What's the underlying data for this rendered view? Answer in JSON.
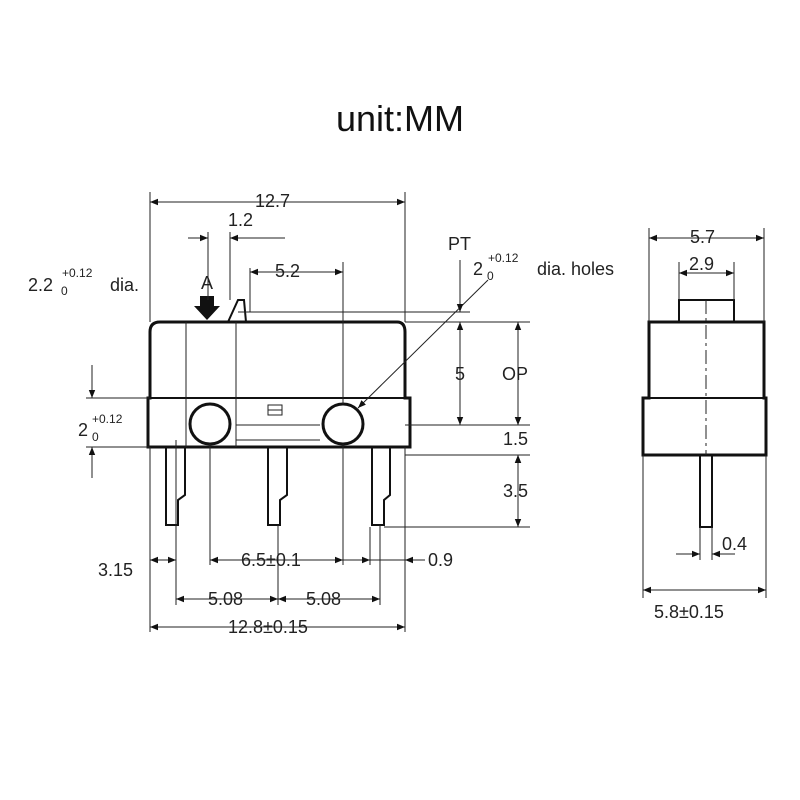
{
  "title": "unit:MM",
  "colors": {
    "line": "#111111",
    "text": "#222222",
    "background": "#ffffff"
  },
  "icons": {
    "actuator_arrow": "down-arrow-icon"
  },
  "labels": {
    "len_12_7": "12.7",
    "len_1_2": "1.2",
    "len_5_2": "5.2",
    "pt": "PT",
    "holes_main": "2",
    "holes_sup": "+0.12",
    "holes_sub": "0",
    "holes_text": "dia. holes",
    "left_dia_main": "2.2",
    "left_dia_sup": "+0.12",
    "left_dia_sub": "0",
    "left_dia_text": "dia.",
    "actuator": "A",
    "v_5": "5",
    "op": "OP",
    "v_1_5": "1.5",
    "v_3_5": "3.5",
    "hole_main": "2",
    "hole_sup": "+0.12",
    "hole_sub": "0",
    "len_3_15": "3.15",
    "len_6_5": "6.5±0.1",
    "len_0_9": "0.9",
    "len_5_08_a": "5.08",
    "len_5_08_b": "5.08",
    "len_12_8": "12.8±0.15",
    "side_5_7": "5.7",
    "side_2_9": "2.9",
    "side_0_4": "0.4",
    "side_5_8": "5.8±0.15"
  }
}
